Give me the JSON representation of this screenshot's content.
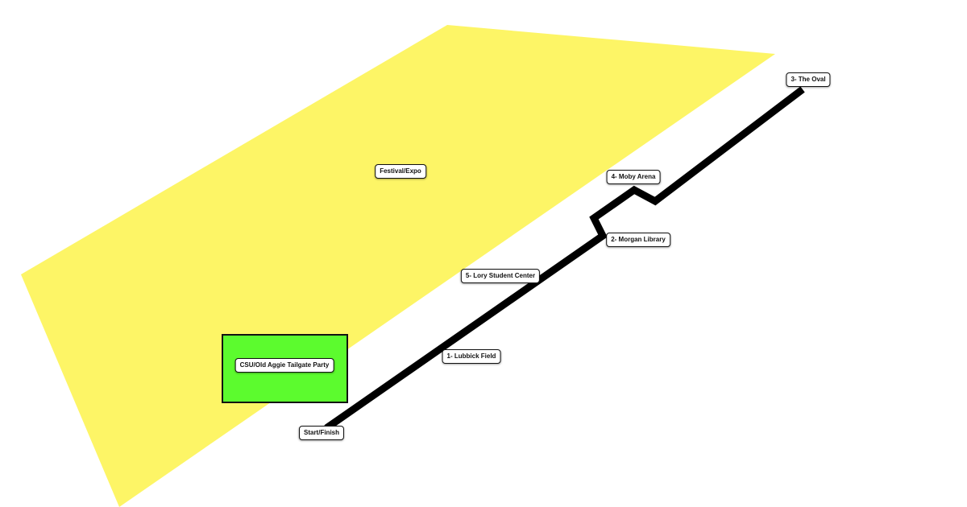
{
  "colors": {
    "festival_zone": "#fdf566",
    "tailgate_zone": "#5cfb2e",
    "tailgate_border": "#111111",
    "route": "#000000",
    "label_bg": "#ffffff",
    "label_text": "#111111"
  },
  "areas": {
    "festival": {
      "label": "Festival/Expo"
    },
    "tailgate": {
      "label": "CSU/Old Aggie Tailgate Party"
    }
  },
  "route": {
    "start": "Start/Finish",
    "checkpoints": [
      {
        "label": "1- Lubbick Field"
      },
      {
        "label": "2- Morgan Library"
      },
      {
        "label": "3- The Oval"
      },
      {
        "label": "4- Moby Arena"
      },
      {
        "label": "5- Lory Student Center"
      }
    ]
  }
}
